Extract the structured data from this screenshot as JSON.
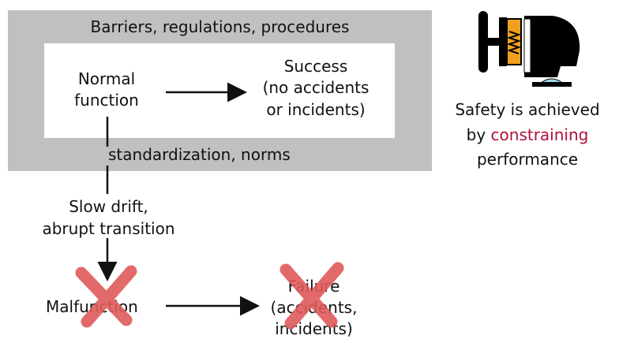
{
  "top_banner": "Barriers, regulations, procedures",
  "normal_function": [
    "Normal",
    "function"
  ],
  "success": [
    "Success",
    "(no accidents",
    "or incidents)"
  ],
  "bottom_banner": "standardization, norms",
  "drift": [
    "Slow drift,",
    "abrupt transition"
  ],
  "malfunction": "Malfunction",
  "failure": [
    "Failure",
    "(accidents,",
    "incidents)"
  ],
  "caption": {
    "line1": "Safety is achieved",
    "line2_prefix": "by ",
    "line2_emphasis": "constraining",
    "line3": "performance"
  },
  "colors": {
    "box_gray": "#c0c0c0",
    "cross_red": "#e05a5a",
    "emphasis": "#b0103a",
    "clamp_orange": "#f0a020",
    "clamp_base_blue": "#9fd8f0"
  },
  "icons": [
    "vise-clamp-icon",
    "cross-mark-icon"
  ]
}
